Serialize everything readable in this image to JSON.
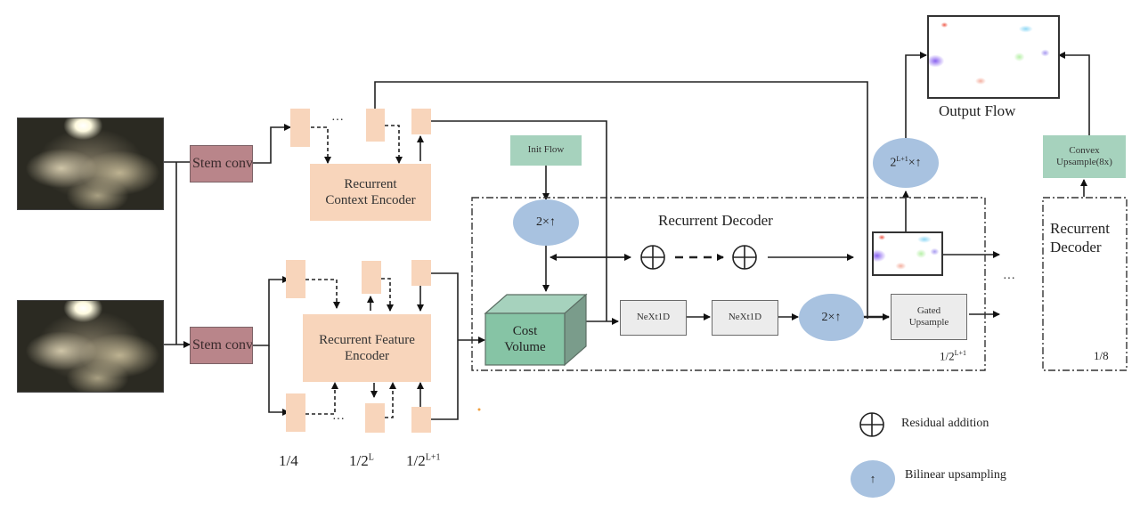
{
  "inputs": {
    "frame1_alt": "input frame 1 (pig pen camera image)",
    "frame2_alt": "input frame 2 (pig pen camera image)"
  },
  "stem_conv": {
    "top_label": "Stem conv",
    "bottom_label": "Stem conv"
  },
  "context_encoder": {
    "label_line1": "Recurrent",
    "label_line2": "Context Encoder",
    "ellipsis": "···"
  },
  "feature_encoder": {
    "label_line1": "Recurrent Feature",
    "label_line2": "Encoder",
    "ellipsis": "···"
  },
  "scale_labels": {
    "quarter": "1/4",
    "half_L_base": "1/2",
    "half_L_sup": "L",
    "half_L1_base": "1/2",
    "half_L1_sup": "L+1"
  },
  "init_flow": {
    "label": "Init Flow"
  },
  "decoder": {
    "title": "Recurrent Decoder",
    "upsample_in": "2×↑",
    "cost_volume_line1": "Cost",
    "cost_volume_line2": "Volume",
    "next1d_a": "NeXt1D",
    "next1d_b": "NeXt1D",
    "upsample_out": "2×↑",
    "gated_line1": "Gated",
    "gated_line2": "Upsample",
    "scale_base": "1/2",
    "scale_sup": "L+1",
    "flow_upsample_base": "2",
    "flow_upsample_sup": "L+1",
    "flow_upsample_suffix": "×↑"
  },
  "continuation": {
    "ellipsis": "···"
  },
  "final_decoder": {
    "label_line1": "Recurrent",
    "label_line2": "Decoder",
    "scale": "1/8"
  },
  "convex_upsample": {
    "label_line1": "Convex",
    "label_line2": "Upsample(8x)"
  },
  "output": {
    "label": "Output Flow"
  },
  "legend": {
    "items": [
      {
        "icon": "circle-plus-icon",
        "label": "Residual addition"
      },
      {
        "icon": "blue-oval-up-arrow-icon",
        "glyph": "↑",
        "label": "Bilinear upsampling"
      }
    ]
  },
  "colors": {
    "stem": "#b9858a",
    "encoder": "#f8d5bb",
    "green": "#a6d2bd",
    "cost_volume_front": "#7fc0a0",
    "upsample_oval": "#a8c2e0",
    "next_box": "#ececec",
    "line": "#222222"
  }
}
